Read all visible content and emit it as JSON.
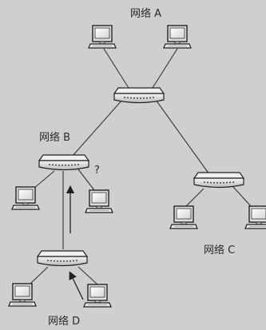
{
  "diagram": {
    "networks": {
      "a": {
        "label": "网络 A"
      },
      "b": {
        "label": "网络 B"
      },
      "c": {
        "label": "网络 C"
      },
      "d": {
        "label": "网络 D"
      }
    },
    "question_mark": "?"
  }
}
